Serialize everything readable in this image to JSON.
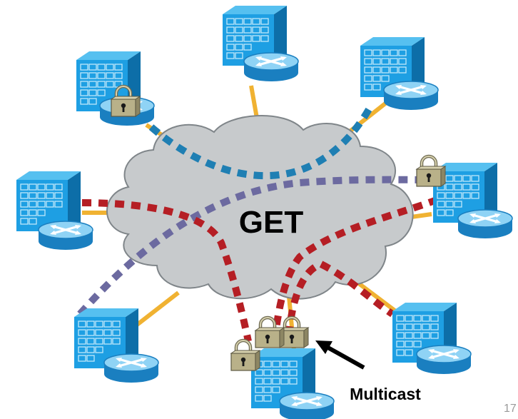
{
  "center_label": "GET",
  "callout_label": "Multicast",
  "page_number": "17",
  "colors": {
    "cloud_fill": "#c7cacc",
    "cloud_stroke": "#7f8589",
    "link": "#f0b232",
    "tunnel_blue": "#1f7fb3",
    "tunnel_purple": "#6c6aa0",
    "tunnel_red": "#b51e24",
    "building_front": "#1e9fe3",
    "building_side": "#0d6ea8",
    "router_top": "#8fd3f5",
    "router_side": "#1a7fc0",
    "lock_body": "#b9b189"
  },
  "nodes": [
    {
      "id": "top",
      "has_lock": false
    },
    {
      "id": "top-left",
      "has_lock": true
    },
    {
      "id": "top-right",
      "has_lock": false
    },
    {
      "id": "left",
      "has_lock": false
    },
    {
      "id": "right",
      "has_lock": true
    },
    {
      "id": "bottom-left",
      "has_lock": false
    },
    {
      "id": "bottom",
      "has_lock": true
    },
    {
      "id": "bottom-right",
      "has_lock": false
    }
  ]
}
